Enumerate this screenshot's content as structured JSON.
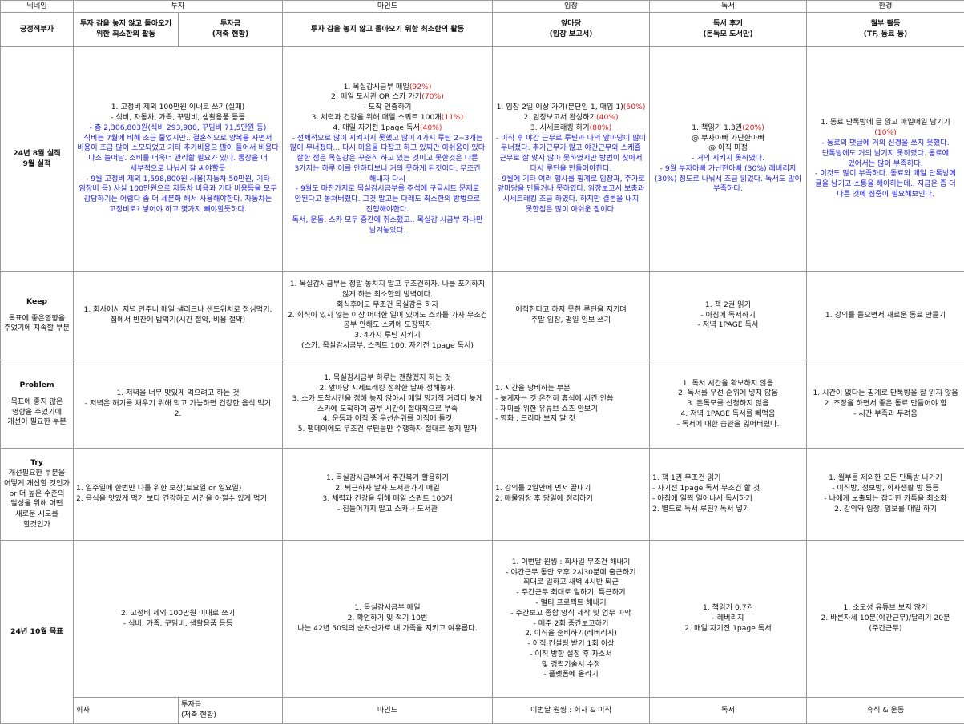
{
  "header_row1": [
    "닉네임",
    "투자",
    "마인드",
    "임장",
    "독서",
    "환경"
  ],
  "header_row2": [
    "긍정적부자",
    "투자 감을 놓지 않고 돌아오기 위한 최소한의 활동",
    "투자금\n(저축 현황)",
    "투자 감을 놓지 않고 돌아오기 위한 최소한의 활동",
    "앞마당\n(임장 보고서)",
    "독서 후기\n(돈독모 도서만)",
    "월부 활동\n(TF, 동료 등)"
  ],
  "rows": {
    "result": {
      "label": "24년 8월 실적\n9월 실적",
      "invest": [
        [
          {
            "t": "1. 고정비 제외 100만원 이내로 쓰기(실패)",
            "c": "plain"
          }
        ],
        [
          {
            "t": "- 식비, 자동차, 가족, 꾸밈비, 생활용품 등등",
            "c": "plain"
          }
        ],
        [
          {
            "t": "- 총 2,306,803원(식비 293,900, 꾸밈비 71,5만원 등)",
            "c": "blue"
          }
        ],
        [
          {
            "t": "식비는 7월에 비해 조금 줄었지만.. 결혼식으로 양복을 사면서 비용이 조금 많이 소모되었고 기타 추가비용으 많이 들어서 비용다 다소 늘어남. 소비를 더욱더 관리할 필요가 있다. 통장을 더 세부적으로 나눠서 잘 써야할듯",
            "c": "blue"
          }
        ],
        [
          {
            "t": " ",
            "c": "plain"
          }
        ],
        [
          {
            "t": "- 9월 고정비 제외 1,598,800원 사용(자동차 50만원, 기타 임장비 등) 사실 100만원으로 자동차 비용과 기타 비용등을 모두 감당하기는 어렵다 좀 더 세분화 해서 사용해야한다. 자동차는 고정비로? 넣어야 하고 몇가지 빼야할듯하다.",
            "c": "blue"
          }
        ]
      ],
      "mind": [
        [
          {
            "t": "1. 목실감시금부 매일",
            "c": "plain"
          },
          {
            "t": "(92%)",
            "c": "red"
          }
        ],
        [
          {
            "t": "2. 매일 도서관 OR 스카 가기",
            "c": "plain"
          },
          {
            "t": "(70%)",
            "c": "red"
          }
        ],
        [
          {
            "t": "- 도착 인증하기",
            "c": "plain"
          }
        ],
        [
          {
            "t": "3. 체력과 건강을 위해 매일 스쿼트 100개",
            "c": "plain"
          },
          {
            "t": "(11%)",
            "c": "red"
          }
        ],
        [
          {
            "t": "4. 매일 자기전 1page 독서",
            "c": "plain"
          },
          {
            "t": "(40%)",
            "c": "red"
          }
        ],
        [
          {
            "t": "- 전체적으로 많이 지켜지지 못했고 많이 4가지 루틴 2~3개는 많이 무너졌따... 다시 마음을 다잡고 하고 있찌만 아쉬움이 있다 잘한 점은 목실감은 꾸준히 하고 있는 것이고 못한것은 다른 3가지는 하루 이를 안하다보니 거의 못하게 된것이다. 무조건 해내자 다시",
            "c": "blue"
          }
        ],
        [
          {
            "t": " ",
            "c": "plain"
          }
        ],
        [
          {
            "t": "- 9월도 마찬가지로 목실감시금부를 추석에 구글시트 문제로 안된다고 놓쳐버렸다. 그것 말고는 다래도 최소한의 방법으로 진행해야한다.",
            "c": "blue"
          }
        ],
        [
          {
            "t": "독서, 운동, 스카 모두 중간에 취소했고.. 목실감 시금부 하나만 남겨놓았다.",
            "c": "blue"
          }
        ]
      ],
      "imjang": [
        [
          {
            "t": "1. 임장 2일 이상 가기(분단임 1, 매임 1)",
            "c": "plain"
          },
          {
            "t": "(50%)",
            "c": "red"
          }
        ],
        [
          {
            "t": " ",
            "c": "plain"
          }
        ],
        [
          {
            "t": "2. 임장보고서 완성하기",
            "c": "plain"
          },
          {
            "t": "(40%)",
            "c": "red"
          }
        ],
        [
          {
            "t": "3. 시세트래킹 하기",
            "c": "plain"
          },
          {
            "t": "(80%)",
            "c": "red"
          }
        ],
        [
          {
            "t": "- 이직 후 야간 근무로 루틴과 나의 앞마당이 많이 무너졌다. 추가근무가 많고 야간근무와 스케쥴 근무로 잘 맞지 않아 못하였지만 방법이 찾아서 다시 루틴을 만들어야한다.",
            "c": "blue"
          }
        ],
        [
          {
            "t": " ",
            "c": "plain"
          }
        ],
        [
          {
            "t": "- 9월에 기타 여러 행사를 핑계로 임장과, 주가로 앞마당을 만들거나 못하였다. 임장보고서 보충과 시세트래킹 조금 하였다. 하지만 결론을 내지 못한점은 많이 아쉬운 점이다.",
            "c": "blue"
          }
        ]
      ],
      "reading": [
        [
          {
            "t": "1. 책읽기 1.3권",
            "c": "plain"
          },
          {
            "t": "(20%)",
            "c": "red"
          }
        ],
        [
          {
            "t": "@ 부자아빠 가난한아빠",
            "c": "plain"
          }
        ],
        [
          {
            "t": "@ 아직 미정",
            "c": "plain"
          }
        ],
        [
          {
            "t": " ",
            "c": "plain"
          }
        ],
        [
          {
            "t": "- 거의 지키지 못하였다.",
            "c": "blue"
          }
        ],
        [
          {
            "t": "- 9월 부자아빠 가난한아빠 (30%) 레버리지(30%) 정도로 나눠서 조금 읽었다. 독서도 많이 부족하다.",
            "c": "blue"
          }
        ]
      ],
      "env": [
        [
          {
            "t": "1. 동료 단톡방에 글 읽고 매일매일 남기기",
            "c": "plain"
          }
        ],
        [
          {
            "t": "(10%)",
            "c": "red"
          }
        ],
        [
          {
            "t": "- 동료의 댓글에 거의 신경을 쓰지 못했다. 단톡방에도 거의 남기지 못하였다. 동료에 있어서는 많이 부족하다.",
            "c": "blue"
          }
        ],
        [
          {
            "t": "- 이것도 많이 부족하다. 동료와 매일 단톡방에 글을 남기고 소통을 해야하는데.. 지금은 좀 더 다른 것에 집중이 필요해보인다.",
            "c": "blue"
          }
        ]
      ]
    },
    "keep": {
      "title": "Keep",
      "sub": "목표에 좋은영향을 주었기에 지속할 부분",
      "invest": "1. 회사에서 저녁 안주니 매일 샐러드나 샌드위치로 점심먹기, 집에서 반찬에 밥먹기(시간 절약, 비용 절약)",
      "mind": [
        "1. 목실감시금부는 정말 놓치지 말고 무조건하자. 나를 포기하지 않게 하는 최소한의 방벽이다.",
        "회식후에도 무조건 목실감은 하자",
        "2. 회식이 있지 않는 이상 어떠한 일이 있어도 스카를 가자 무조건 공부 안해도 스카에 도장찍자",
        "3. 4가지 루틴 지키기",
        "(스카, 목실감시금부, 스쿼트 100, 자기전 1page 독서)"
      ],
      "imjang": [
        "이직한다고 하지 못한 루틴을 지키며",
        "주말 임장, 평일 임보 쓰기"
      ],
      "reading": [
        "1. 책 2권 읽기",
        "- 아침에 독서하기",
        "- 저녁 1PAGE 독서"
      ],
      "env": "1. 강의를 들으면서 새로운 동료 만들기"
    },
    "problem": {
      "title": "Problem",
      "sub": "목표에 좋지 않은 영향을 주었기에 개선이 필요한 부분",
      "invest": [
        "1. 저녁을 너무 맛있게 먹으려고 하는 것",
        "- 저녁은 허기를 채우기 위해 먹고 가능하면 건강한 음식 먹기",
        "2."
      ],
      "mind": [
        "1. 목실감시금부 하루는 괜찮겠지 하는 것",
        "2. 앞마당 시세트래킹 정확한 날짜 정해놓자.",
        "3. 스카 도착시간을 정해 놓지 않아서 매일 밍기적 거리다 늦게 스카에 도착하여 공부 시간이 절대적으로 부족",
        "4. 운동과 이직 중 우선순위를 이직에 둘것",
        "5. 팸데이에도 무조건 루틴들만 수행하자 절대로 놓지 말자"
      ],
      "imjang": [
        "1. 시간을 낭비하는 부분",
        "- 늦게자는 것 온전히 휴식에 시간 안씀",
        "- 재미를 위한 유튜브 쇼츠 안보기",
        "- 영화 , 드라마 보지 말 것"
      ],
      "reading": [
        "1. 독서 시간을 확보하지 않음",
        "2. 독서를 우선 순위에 넣지 않음",
        "3. 돈독모를 신청하지 않음",
        "4. 저녁 1PAGE 독서를 빼먹음",
        "- 독서에 대한 습관을 잃어버렸다."
      ],
      "env": [
        "1. 시간이 없다는 핑계로 단톡방을 잘 읽지 않음",
        "2. 조장을 하면서 좋은 동료 만들어야 함",
        "- 시간 부족과 두려움"
      ]
    },
    "try": {
      "title": "Try",
      "sub": "개선필요한 부분을 어떻게 개선할 것인가 or 더 높은 수준의 달성을 위해 어떤 새로운 시도를 할것인가",
      "invest": [
        "1. 일주일에 한번만 나를 위한 보상(토요일 or 일요일)",
        "2. 음식을 맛있게 먹기 보다 건강하고 시간을 아낄수 있게 먹기"
      ],
      "mind": [
        "1. 목실감시금부에서 주간복기 활용하기",
        "2. 퇴근하자 말자 도서관가기 매일",
        "3. 체력과 건강을 위해 매일 스쿼트 100개",
        "- 집들어가지 말고 스카나 도서관"
      ],
      "imjang": [
        "1. 강의를 2일안에 먼저 끝내기",
        "2. 매물임장 후 당일에 정리하기"
      ],
      "reading": [
        "1. 책 1권 무조건 읽기",
        "- 자기전 1page 독서 무조건 할 것",
        "- 아침에 일찍 일어나서 독서하기",
        "2. 별도로 독서 루틴? 독서 넣기"
      ],
      "env": [
        "1. 월부를 제외한 모든 단톡방 나가기",
        "- 이직방, 정보방, 회사생활 방 등등",
        "- 나에게 노출되는 잡다한 카톡을 최소화",
        "2. 강의와 임장, 임보를 매일 하기"
      ]
    },
    "goal": {
      "label": "24년 10월 목표",
      "invest": [
        "2. 고정비 제외 100만원 이내로 쓰기",
        "- 식비, 가족, 꾸밈비, 생활용품 등등"
      ],
      "mind": [
        "1. 목실감시금부 매일",
        "2. 확언하기 및 적기 10번",
        "나는 42년 50억의 순자산가로 내 가족을 지키고 여유롭다."
      ],
      "imjang": [
        "1. 이번달 원씽 : 회사일 무조건 해내기",
        "- 야간근무 동안 오후 2시30분에 출근하기 최대로 일하고 새벽 4시반 퇴근",
        "- 주간근무 최대로 일하기, 특근하기",
        "- 멀티 프로젝트 해내기",
        "- 주간보고 종합 양식 제작 및 업무 파악",
        "- 매주 2회 중간보고하기",
        "2. 이직을 준비하기(레버리지)",
        "- 이직 컨설팅 받기 1회 이상",
        "- 이직 방향 설정 후 자소서",
        "및 경력기술서 수정",
        "- 플랫폼에 올리기"
      ],
      "reading": [
        "1. 책읽기 0.7권",
        "- 레버리지",
        "2. 매일 자기전 1page 독서"
      ],
      "env": [
        "1. 소모성 유튜브 보지 않기",
        "2. 바른자세 10분(야간근무)/달리기 20분(주간근무)"
      ]
    },
    "footer": [
      "회사",
      "투자금\n(저축 현황)",
      "마인드",
      "이번달 원씽 : 회사 & 이직",
      "독서",
      "휴식 & 운동"
    ]
  }
}
